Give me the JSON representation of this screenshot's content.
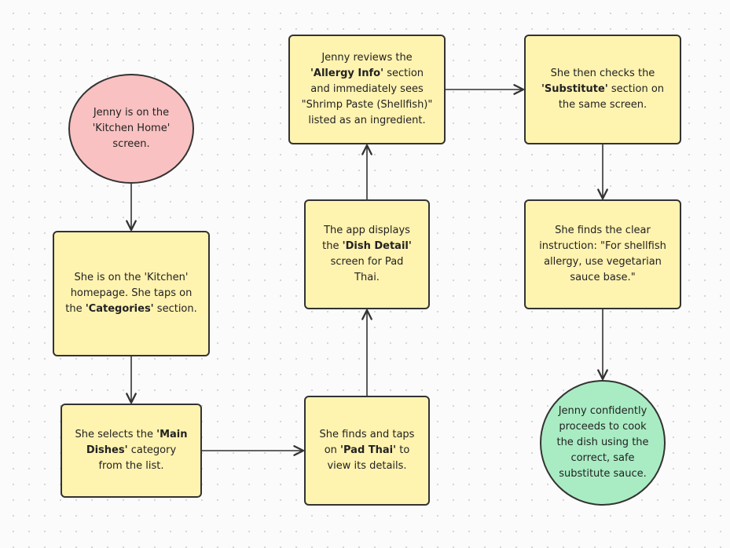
{
  "diagram": {
    "nodes": [
      {
        "id": "n1",
        "shape": "circle",
        "segments": [
          {
            "t": "Jenny is on the 'Kitchen Home' screen."
          }
        ]
      },
      {
        "id": "n2",
        "shape": "rect",
        "segments": [
          {
            "t": "She is on the 'Kitchen' homepage. She taps on the "
          },
          {
            "t": "'Categories'",
            "b": true
          },
          {
            "t": " section."
          }
        ]
      },
      {
        "id": "n3",
        "shape": "rect",
        "segments": [
          {
            "t": "She selects the "
          },
          {
            "t": "'Main Dishes'",
            "b": true
          },
          {
            "t": " category from the list."
          }
        ]
      },
      {
        "id": "n4",
        "shape": "rect",
        "segments": [
          {
            "t": "She finds and taps on "
          },
          {
            "t": "'Pad Thai'",
            "b": true
          },
          {
            "t": " to view its details."
          }
        ]
      },
      {
        "id": "n5",
        "shape": "rect",
        "segments": [
          {
            "t": "The app displays the "
          },
          {
            "t": "'Dish Detail'",
            "b": true
          },
          {
            "t": " screen for Pad Thai."
          }
        ]
      },
      {
        "id": "n6",
        "shape": "rect",
        "segments": [
          {
            "t": "Jenny reviews the "
          },
          {
            "t": "'Allergy Info'",
            "b": true
          },
          {
            "t": " section and immediately sees \"Shrimp Paste (Shellfish)\" listed as an ingredient."
          }
        ]
      },
      {
        "id": "n7",
        "shape": "rect",
        "segments": [
          {
            "t": "She then checks the "
          },
          {
            "t": "'Substitute'",
            "b": true
          },
          {
            "t": " section on the same screen."
          }
        ]
      },
      {
        "id": "n8",
        "shape": "rect",
        "segments": [
          {
            "t": "She finds the clear instruction: \"For shellfish allergy, use vegetarian sauce base.\""
          }
        ]
      },
      {
        "id": "n9",
        "shape": "circle",
        "segments": [
          {
            "t": "Jenny confidently proceeds to cook the dish using the correct, safe substitute sauce."
          }
        ]
      }
    ],
    "edges": [
      {
        "from": "n1",
        "to": "n2"
      },
      {
        "from": "n2",
        "to": "n3"
      },
      {
        "from": "n3",
        "to": "n4"
      },
      {
        "from": "n4",
        "to": "n5"
      },
      {
        "from": "n5",
        "to": "n6"
      },
      {
        "from": "n6",
        "to": "n7"
      },
      {
        "from": "n7",
        "to": "n8"
      },
      {
        "from": "n8",
        "to": "n9"
      }
    ],
    "colors": {
      "start_fill": "#f9c1c1",
      "step_fill": "#fff3b0",
      "end_fill": "#a9ecc3",
      "stroke": "#333333"
    }
  }
}
